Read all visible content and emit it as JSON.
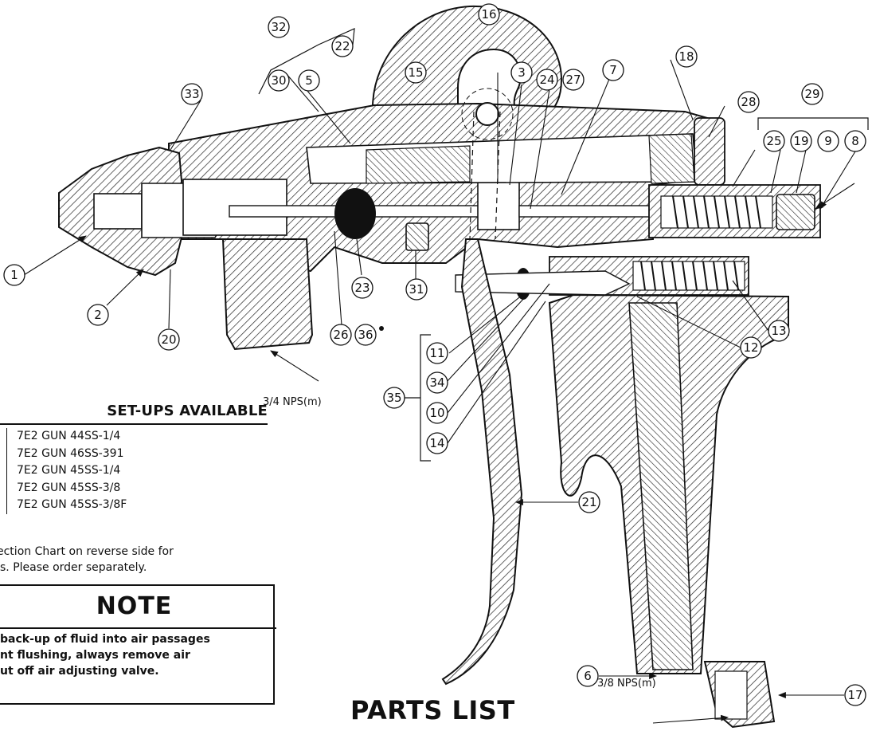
{
  "setups": {
    "title": "SET-UPS AVAILABLE",
    "items": [
      "7E2 GUN 44SS-1/4",
      "7E2 GUN 46SS-391",
      "7E2 GUN 45SS-1/4",
      "7E2 GUN 45SS-3/8",
      "7E2 GUN 45SS-3/8F"
    ],
    "note": "ection Chart on reverse side for\ns. Please order separately."
  },
  "note_box": {
    "title": "NOTE",
    "text": "back-up of fluid into air passages\nnt flushing, always remove air\nut off air adjusting valve."
  },
  "parts_list_title": "PARTS LIST",
  "labels": {
    "fluid_inlet": "3/4 NPS(m)",
    "air_inlet": "3/8 NPS(m)"
  },
  "callouts": [
    "1",
    "2",
    "3",
    "5",
    "6",
    "7",
    "8",
    "9",
    "10",
    "11",
    "12",
    "13",
    "14",
    "15",
    "16",
    "17",
    "18",
    "19",
    "20",
    "21",
    "22",
    "23",
    "24",
    "25",
    "26",
    "27",
    "28",
    "29",
    "30",
    "31",
    "32",
    "33",
    "34",
    "35",
    "36"
  ]
}
